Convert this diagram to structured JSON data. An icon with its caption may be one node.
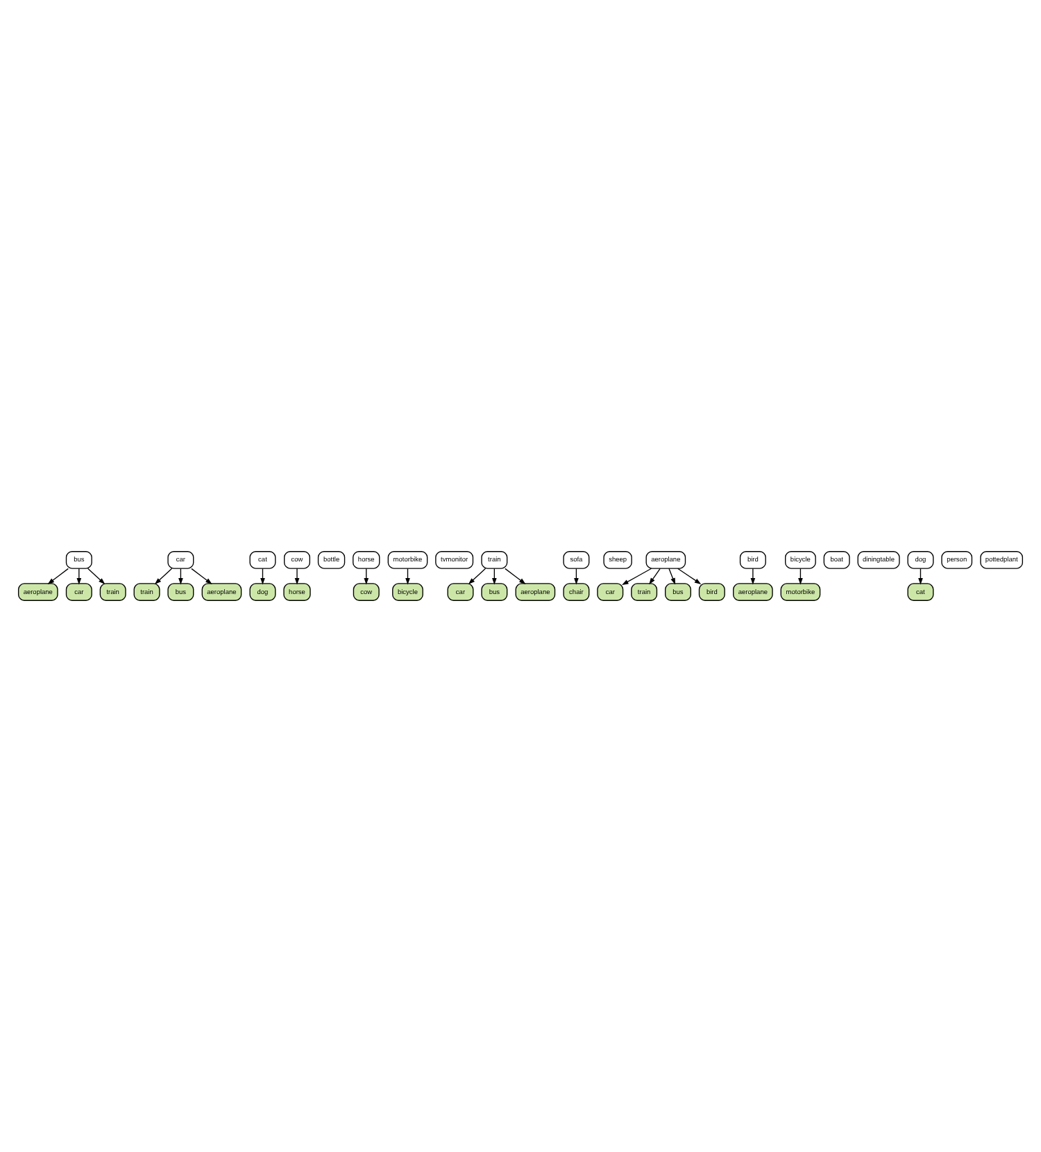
{
  "diagram": {
    "nodes": [
      {
        "text": [
          "aeroplane"
        ]
      },
      {
        "text": [
          "train"
        ]
      },
      {
        "text": [
          "car"
        ]
      },
      {
        "text": [
          "train"
        ]
      },
      {
        "text": [
          "bus"
        ]
      },
      {
        "text": [
          "dog"
        ]
      },
      {
        "text": [
          "horse"
        ]
      },
      {
        "text": [
          "aeroplane"
        ]
      },
      {
        "text": [
          "bottle"
        ]
      },
      {
        "text": [
          "bus"
        ]
      },
      {
        "text": [
          "car"
        ]
      },
      {
        "text": [
          "cat"
        ]
      },
      {
        "text": [
          "cow"
        ]
      },
      {
        "text": [
          "horse"
        ]
      },
      {
        "text": [
          "motorbike"
        ]
      },
      {
        "text": [
          "tvmonitor"
        ]
      },
      {
        "text": [
          "train"
        ]
      },
      {
        "text": [
          "sofa"
        ]
      },
      {
        "text": [
          "sheep"
        ]
      },
      {
        "text": [
          "cow"
        ]
      },
      {
        "text": [
          "bicycle"
        ]
      },
      {
        "text": [
          "car"
        ]
      },
      {
        "text": [
          "chair"
        ]
      },
      {
        "text": [
          "bus"
        ]
      },
      {
        "text": [
          "aeroplane"
        ]
      },
      {
        "text": [
          "car"
        ]
      },
      {
        "text": [
          "train"
        ]
      },
      {
        "text": [
          "aeroplane"
        ]
      },
      {
        "text": [
          "bus"
        ]
      },
      {
        "text": [
          "motorbike"
        ]
      },
      {
        "text": [
          "bird"
        ]
      },
      {
        "text": [
          "aeroplane"
        ]
      },
      {
        "text": [
          "bicycle"
        ]
      },
      {
        "text": [
          "bird"
        ]
      },
      {
        "text": [
          "boat"
        ]
      },
      {
        "text": [
          "diningtable"
        ]
      },
      {
        "text": [
          "dog"
        ]
      },
      {
        "text": [
          "person"
        ]
      },
      {
        "text": [
          "pottedplant"
        ]
      },
      {
        "text": [
          "cat"
        ]
      }
    ],
    "edges": [
      {
        "from": 9,
        "to": 2,
        "arrow": "to"
      },
      {
        "from": 9,
        "to": 0,
        "arrow": "to"
      },
      {
        "from": 9,
        "to": 3,
        "arrow": "to"
      },
      {
        "from": 10,
        "to": 7,
        "arrow": "to"
      },
      {
        "from": 10,
        "to": 1,
        "arrow": "to"
      },
      {
        "from": 10,
        "to": 4,
        "arrow": "to"
      },
      {
        "from": 11,
        "to": 5,
        "arrow": "to"
      },
      {
        "from": 12,
        "to": 6,
        "arrow": "to"
      },
      {
        "from": 13,
        "to": 19,
        "arrow": "to"
      },
      {
        "from": 14,
        "to": 20,
        "arrow": "to"
      },
      {
        "from": 16,
        "to": 23,
        "arrow": "to"
      },
      {
        "from": 16,
        "to": 21,
        "arrow": "to"
      },
      {
        "from": 16,
        "to": 24,
        "arrow": "to"
      },
      {
        "from": 17,
        "to": 22,
        "arrow": "to"
      },
      {
        "from": 31,
        "to": 28,
        "arrow": "to"
      },
      {
        "from": 31,
        "to": 25,
        "arrow": "to"
      },
      {
        "from": 31,
        "to": 26,
        "arrow": "to"
      },
      {
        "from": 31,
        "to": 30,
        "arrow": "to"
      },
      {
        "from": 32,
        "to": 29,
        "arrow": "to"
      },
      {
        "from": 33,
        "to": 27,
        "arrow": "to"
      },
      {
        "from": 36,
        "to": 39,
        "arrow": "to"
      }
    ]
  }
}
